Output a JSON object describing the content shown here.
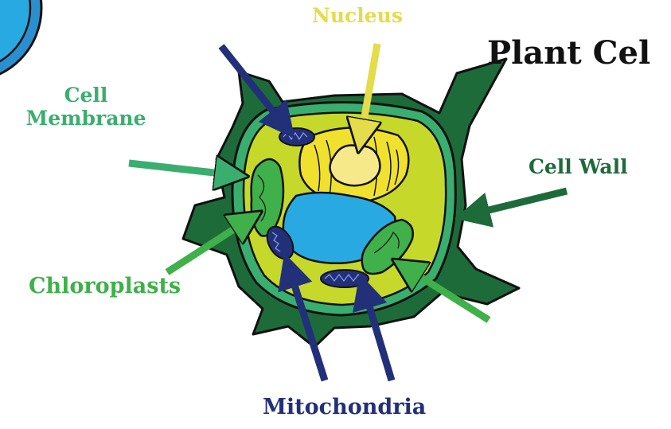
{
  "title": "Plant Cel",
  "labels": {
    "nucleus": "Nucleus",
    "cell_membrane_line1": "Cell",
    "cell_membrane_line2": "Membrane",
    "cell_wall": "Cell Wall",
    "chloroplasts": "Chloroplasts",
    "mitochondria": "Mitochondria"
  },
  "colors": {
    "nucleus": "#e4dc4a",
    "cell_membrane": "#3aae6e",
    "cell_wall": "#1e6b3a",
    "chloroplasts": "#3fb04a",
    "mitochondria": "#22307a",
    "vacuole": "#29a9e1",
    "cytoplasm": "#c6d92b"
  }
}
